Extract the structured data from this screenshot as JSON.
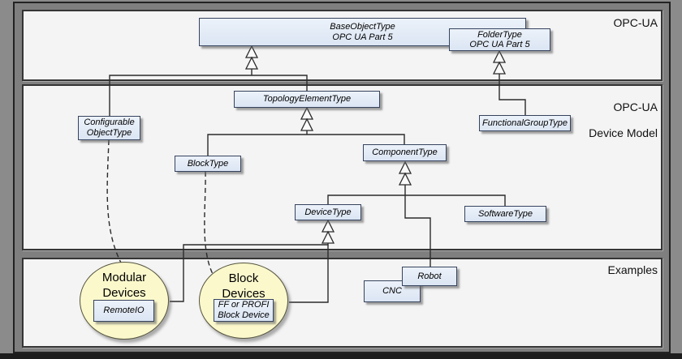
{
  "bands": {
    "opcua": {
      "label": "OPC-UA"
    },
    "device_model": {
      "line1": "OPC-UA",
      "line2": "Device Model"
    },
    "examples": {
      "label": "Examples"
    }
  },
  "nodes": {
    "base_object": {
      "line1": "BaseObjectType",
      "line2": "OPC UA Part 5"
    },
    "folder": {
      "line1": "FolderType",
      "line2": "OPC UA Part 5"
    },
    "topology_element": {
      "label": "TopologyElementType"
    },
    "configurable_object": {
      "line1": "Configurable",
      "line2": "ObjectType"
    },
    "functional_group": {
      "label": "FunctionalGroupType"
    },
    "block_type": {
      "label": "BlockType"
    },
    "component": {
      "label": "ComponentType"
    },
    "device": {
      "label": "DeviceType"
    },
    "software": {
      "label": "SoftwareType"
    },
    "cnc": {
      "label": "CNC"
    },
    "robot": {
      "label": "Robot"
    },
    "remote_io": {
      "label": "RemoteIO"
    },
    "ff_profi": {
      "line1": "FF or PROFI",
      "line2": "Block Device"
    }
  },
  "groups": {
    "modular_devices": {
      "line1": "Modular",
      "line2": "Devices"
    },
    "block_devices": {
      "line1": "Block",
      "line2": "Devices"
    }
  },
  "edges": [
    {
      "from": "ConfigurableObjectType",
      "to": "BaseObjectType",
      "type": "generalization"
    },
    {
      "from": "TopologyElementType",
      "to": "BaseObjectType",
      "type": "generalization"
    },
    {
      "from": "FunctionalGroupType",
      "to": "FolderType",
      "type": "generalization"
    },
    {
      "from": "BlockType",
      "to": "TopologyElementType",
      "type": "generalization"
    },
    {
      "from": "ComponentType",
      "to": "TopologyElementType",
      "type": "generalization"
    },
    {
      "from": "DeviceType",
      "to": "ComponentType",
      "type": "generalization"
    },
    {
      "from": "SoftwareType",
      "to": "ComponentType",
      "type": "generalization"
    },
    {
      "from": "Robot",
      "to": "ComponentType",
      "type": "generalization"
    },
    {
      "from": "Modular Devices (RemoteIO)",
      "to": "DeviceType",
      "type": "generalization"
    },
    {
      "from": "Block Devices (FF or PROFI Block Device)",
      "to": "DeviceType",
      "type": "generalization"
    },
    {
      "from": "ConfigurableObjectType",
      "to": "Modular Devices",
      "type": "dashed-association"
    },
    {
      "from": "BlockType",
      "to": "Block Devices",
      "type": "dashed-association"
    }
  ],
  "colors": {
    "type_box_fill": "#dde7f4",
    "type_box_border": "#36435e",
    "example_ellipse_fill": "#fbf8cc",
    "band_fill": "#f4f4f4",
    "frame_fill": "#7f7f7f",
    "connector": "#2b2b2b"
  }
}
